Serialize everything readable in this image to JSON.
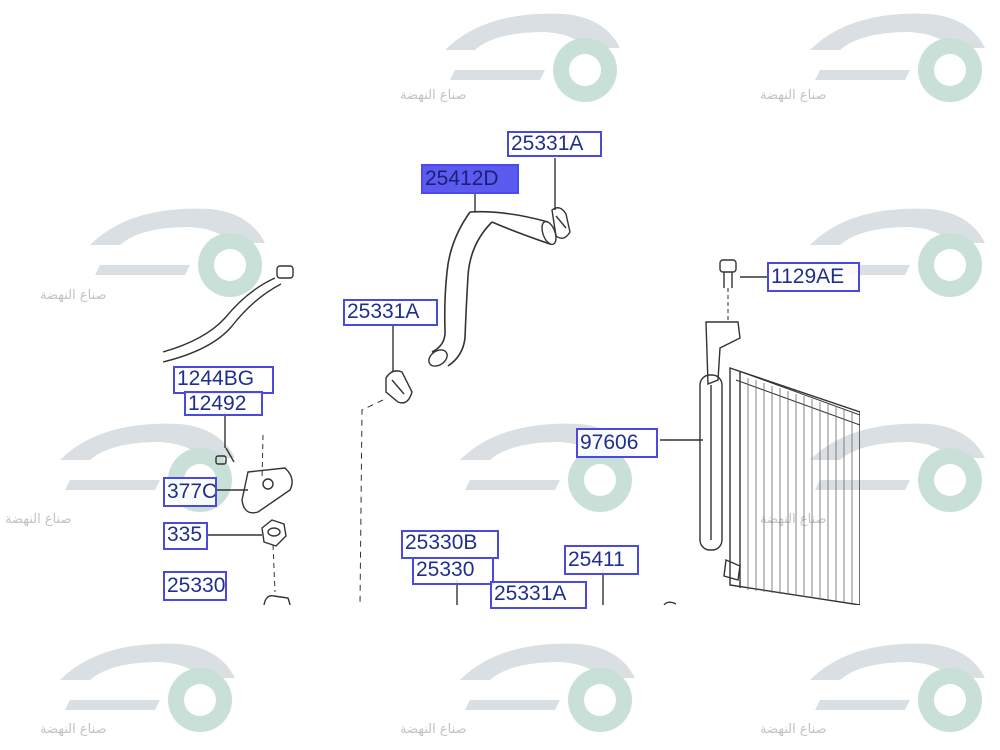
{
  "watermark": {
    "text": "صناع النهضة",
    "logo": "car-gear-logo",
    "colors": {
      "car": "#d9dfe3",
      "gear": "#c8e0d8"
    }
  },
  "diagram": {
    "part_labels": [
      {
        "id": "25331A-top",
        "text": "25331A"
      },
      {
        "id": "25412D",
        "text": "25412D",
        "selected": true
      },
      {
        "id": "25331A-left",
        "text": "25331A"
      },
      {
        "id": "1129AE",
        "text": "1129AE"
      },
      {
        "id": "1244BG",
        "text": "1244BG"
      },
      {
        "id": "12492",
        "text": "12492"
      },
      {
        "id": "97606",
        "text": "97606"
      },
      {
        "id": "3770",
        "text": "377C"
      },
      {
        "id": "335",
        "text": "335"
      },
      {
        "id": "25330-left",
        "text": "25330"
      },
      {
        "id": "25330B",
        "text": "25330B"
      },
      {
        "id": "25330",
        "text": "25330"
      },
      {
        "id": "25411",
        "text": "25411"
      },
      {
        "id": "25331A-bottom",
        "text": "25331A"
      }
    ],
    "colors": {
      "label_border": "#4a4adf",
      "label_text": "#1f2f8f",
      "selected_fill": "#5b5bef",
      "line": "#333333"
    }
  }
}
